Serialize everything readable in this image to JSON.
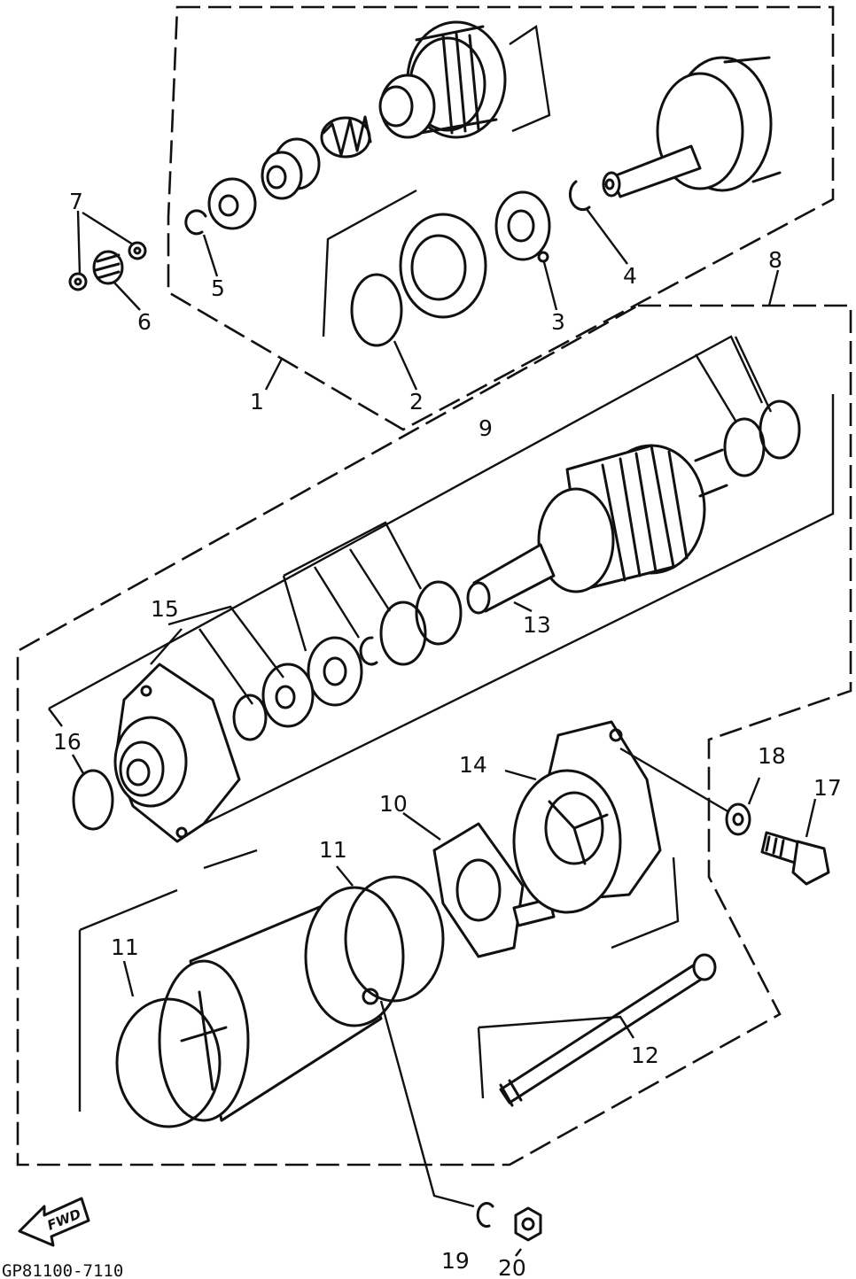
{
  "diagram": {
    "callouts": {
      "c1": "1",
      "c2": "2",
      "c3": "3",
      "c4": "4",
      "c5": "5",
      "c6": "6",
      "c7": "7",
      "c8": "8",
      "c9": "9",
      "c10": "10",
      "c11a": "11",
      "c11b": "11",
      "c12": "12",
      "c13": "13",
      "c14": "14",
      "c15": "15",
      "c16": "16",
      "c17": "17",
      "c18": "18",
      "c19": "19",
      "c20": "20"
    },
    "fwd_label": "FWD",
    "drawing_code": "GP81100-7110"
  }
}
